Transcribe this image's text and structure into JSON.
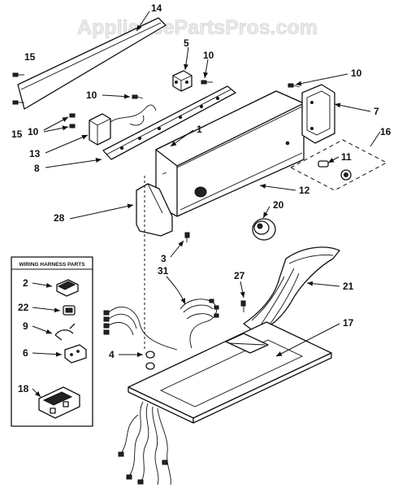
{
  "watermark": "AppliancePartsPros.com",
  "inset_title": "WIRING HARNESS PARTS",
  "callouts": {
    "c14": "14",
    "c15a": "15",
    "c15b": "15",
    "c5": "5",
    "c10a": "10",
    "c10b": "10",
    "c10c": "10",
    "c10d": "10",
    "c7": "7",
    "c16": "16",
    "c1": "1",
    "c11": "11",
    "c13": "13",
    "c8": "8",
    "c12": "12",
    "c20": "20",
    "c28": "28",
    "c3": "3",
    "c31": "31",
    "c27": "27",
    "c21": "21",
    "c17": "17",
    "c4": "4",
    "c2": "2",
    "c22": "22",
    "c9": "9",
    "c6": "6",
    "c18": "18"
  }
}
